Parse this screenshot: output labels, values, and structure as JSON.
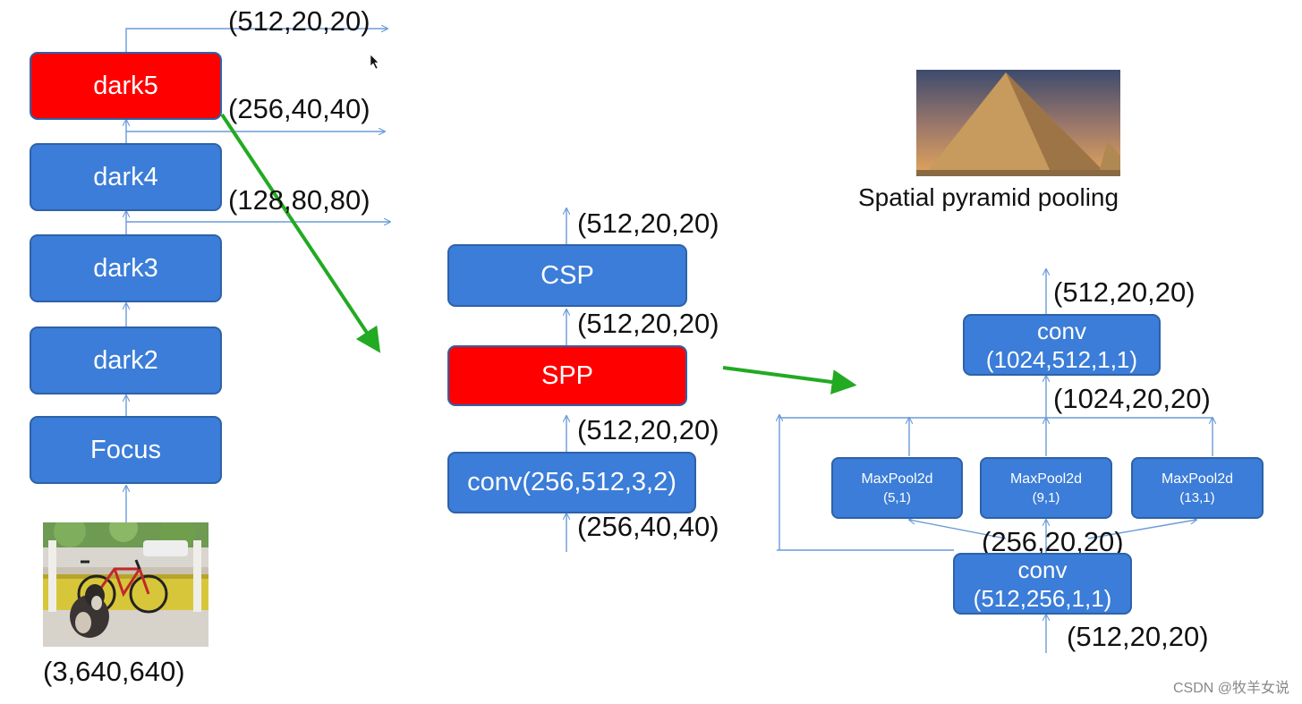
{
  "backbone": {
    "dark5": "dark5",
    "dark4": "dark4",
    "dark3": "dark3",
    "dark2": "dark2",
    "focus": "Focus",
    "out_dark5": "(512,20,20)",
    "out_dark4": "(256,40,40)",
    "out_dark3": "(128,80,80)",
    "input_shape": "(3,640,640)"
  },
  "middle": {
    "csp": "CSP",
    "spp": "SPP",
    "conv": "conv(256,512,3,2)",
    "csp_out": "(512,20,20)",
    "spp_out": "(512,20,20)",
    "conv_out": "(512,20,20)",
    "conv_in": "(256,40,40)"
  },
  "spp_detail": {
    "title": "Spatial pyramid pooling",
    "top_conv_line1": "conv",
    "top_conv_line2": "(1024,512,1,1)",
    "top_out": "(512,20,20)",
    "concat": "(1024,20,20)",
    "pools": [
      {
        "name": "MaxPool2d",
        "params": "(5,1)"
      },
      {
        "name": "MaxPool2d",
        "params": "(9,1)"
      },
      {
        "name": "MaxPool2d",
        "params": "(13,1)"
      }
    ],
    "mid": "(256,20,20)",
    "bottom_conv_line1": "conv",
    "bottom_conv_line2": "(512,256,1,1)",
    "bottom_in": "(512,20,20)"
  },
  "watermark": "CSDN @牧羊女说",
  "colors": {
    "box_blue": "#3b7dd8",
    "highlight_red": "#ff0000",
    "connector": "#6a9bd8",
    "green_arrow": "#22aa22"
  }
}
